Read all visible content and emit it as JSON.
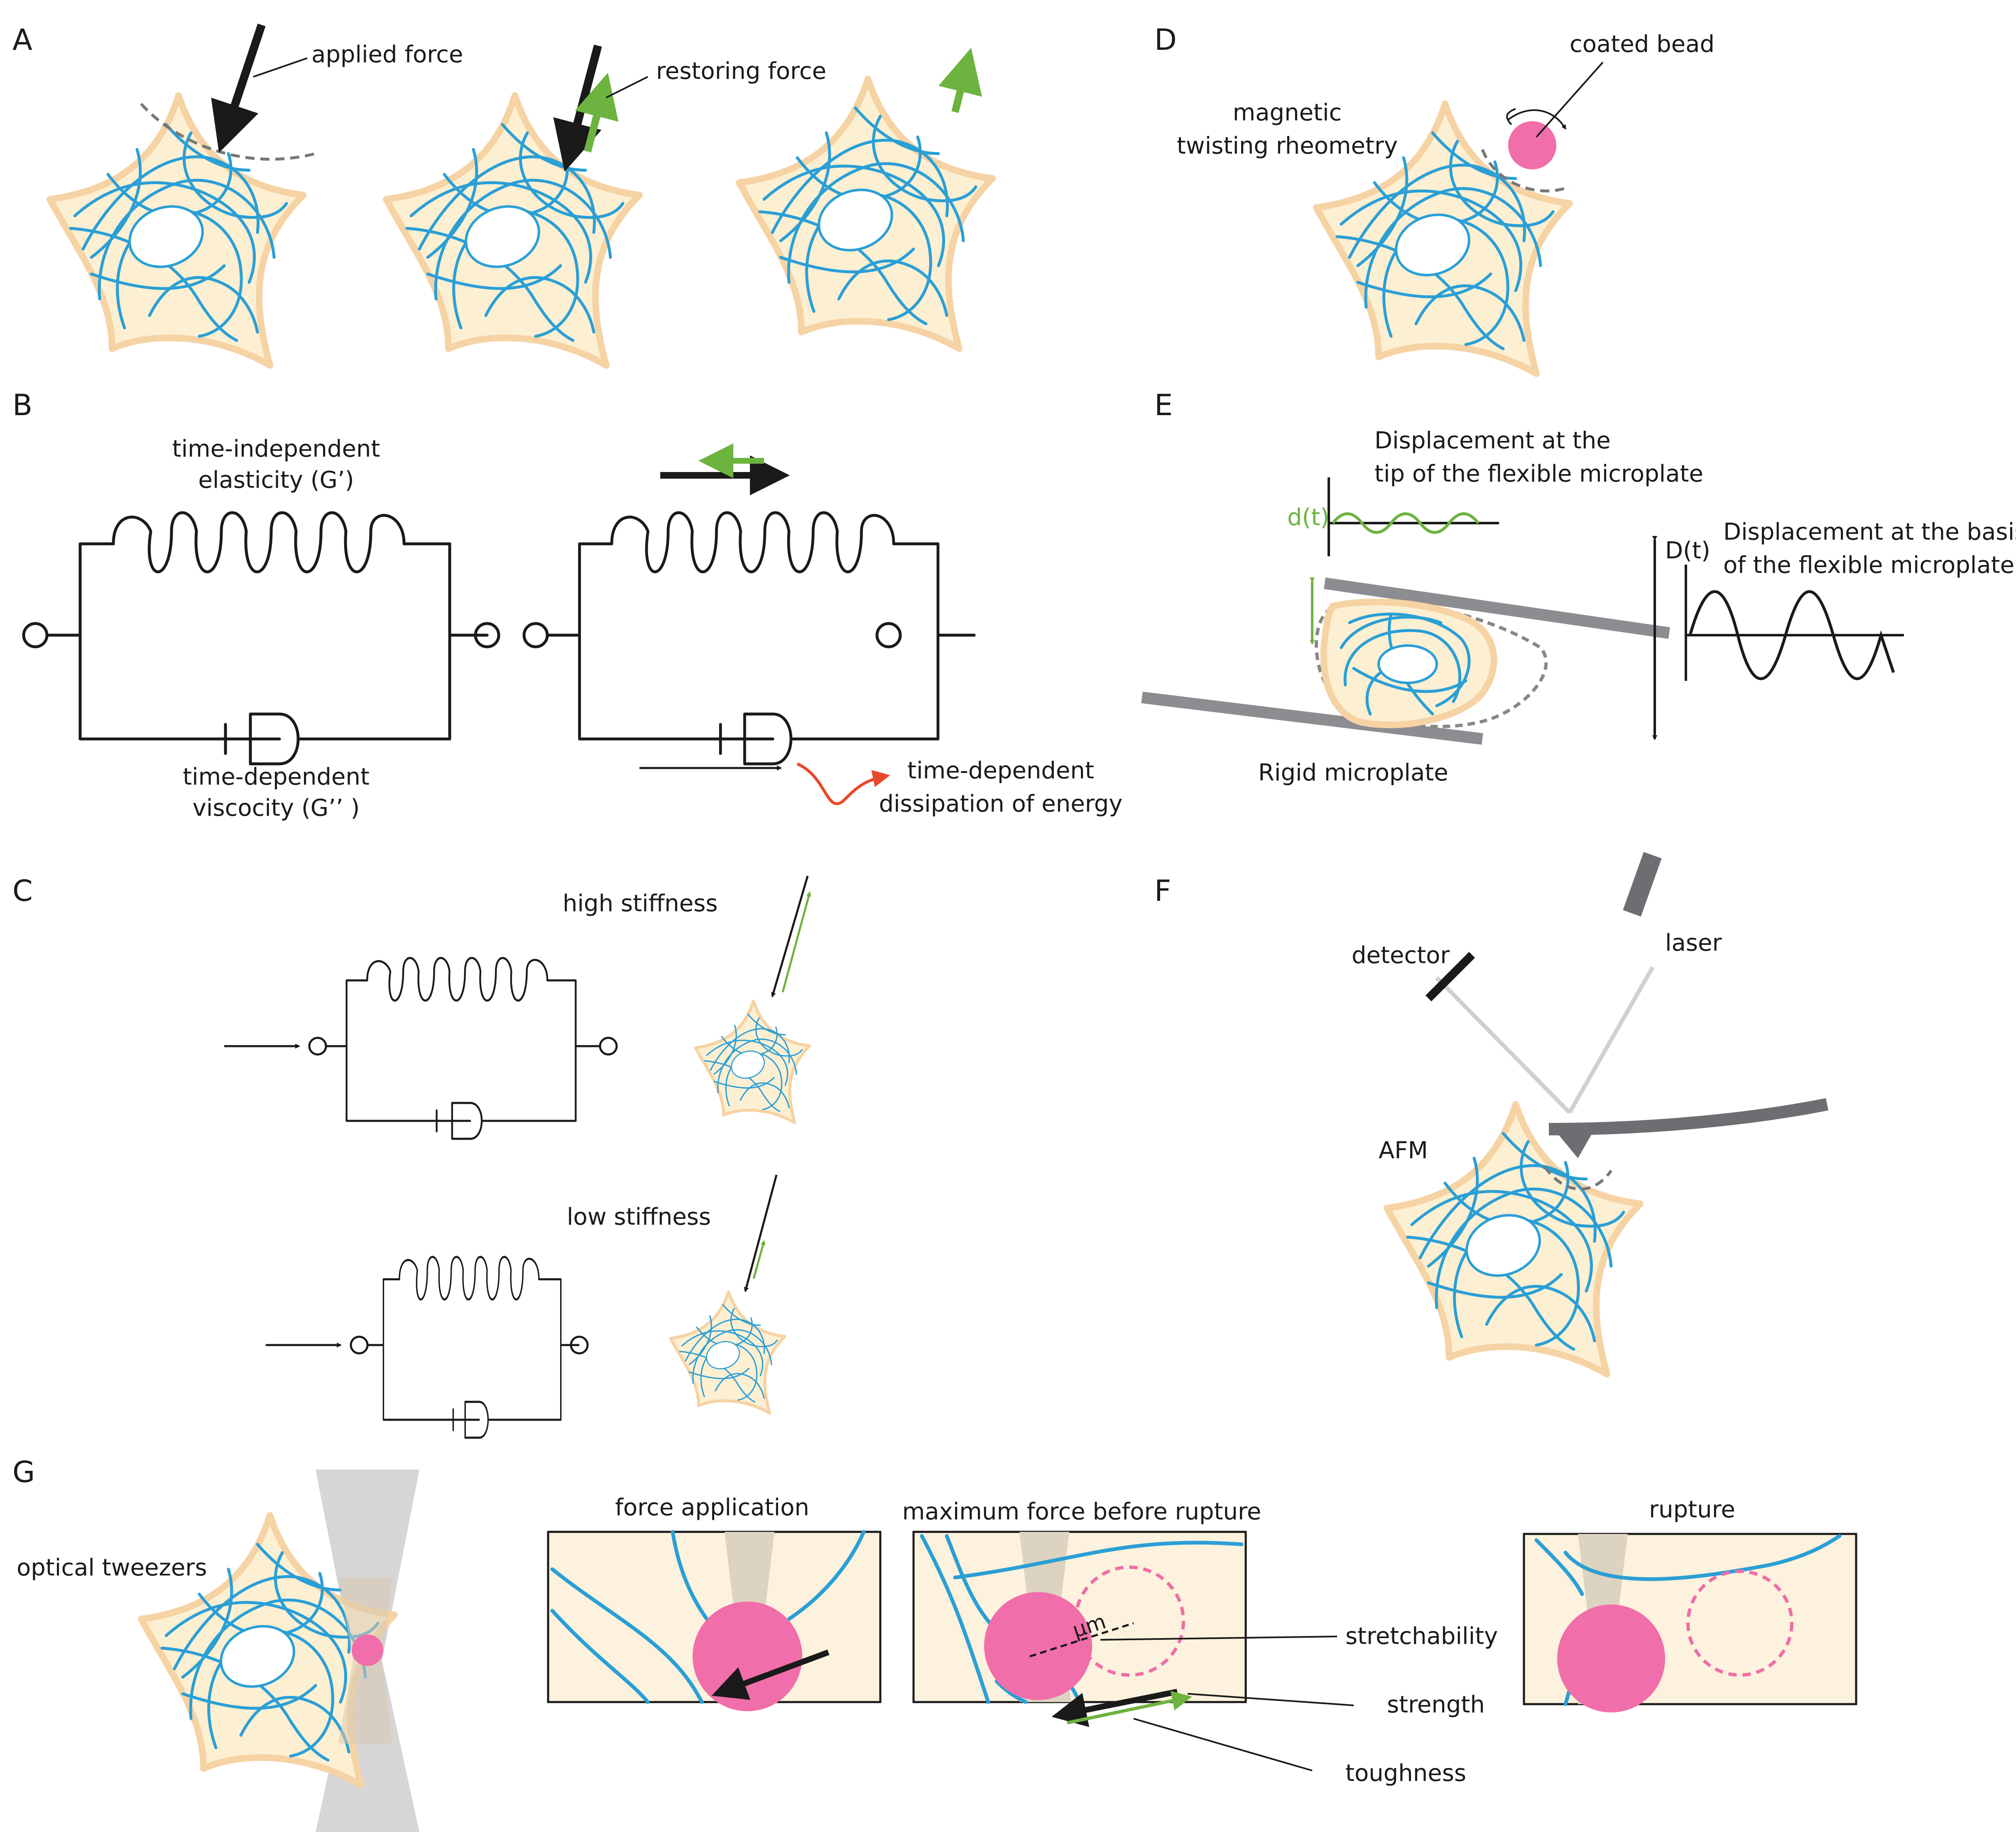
{
  "panels": {
    "A": {
      "letter": "A",
      "applied_force": "applied force",
      "restoring_force": "restoring force"
    },
    "B": {
      "letter": "B",
      "elasticity_line1": "time-independent",
      "elasticity_line2": "elasticity (G’)",
      "viscosity_line1": "time-dependent",
      "viscosity_line2": "viscocity (G’’ )",
      "dissipation_line1": "time-dependent",
      "dissipation_line2": "dissipation of energy"
    },
    "C": {
      "letter": "C",
      "high": "high stiffness",
      "low": "low stiffness"
    },
    "D": {
      "letter": "D",
      "bead": "coated bead",
      "method_line1": "magnetic",
      "method_line2": "twisting rheometry"
    },
    "E": {
      "letter": "E",
      "tip_line1": "Displacement at the",
      "tip_line2": "tip of the flexible microplate",
      "d_small": "d(t)",
      "d_big": "D(t)",
      "basis_line1": "Displacement at the basis",
      "basis_line2": "of the flexible microplate",
      "rigid": "Rigid microplate"
    },
    "F": {
      "letter": "F",
      "detector": "detector",
      "laser": "laser",
      "afm": "AFM"
    },
    "G": {
      "letter": "G",
      "tweezers": "optical tweezers",
      "box1": "force application",
      "box2": "maximum force before rupture",
      "box3": "rupture",
      "unit": "μm",
      "stretch": "stretchability",
      "strength": "strength",
      "toughness": "toughness"
    }
  },
  "colors": {
    "filament": "#2a9fd6",
    "cell": "#fdefd2",
    "bead": "#f06ea9",
    "green": "#6db33f",
    "red": "#e8482a"
  }
}
